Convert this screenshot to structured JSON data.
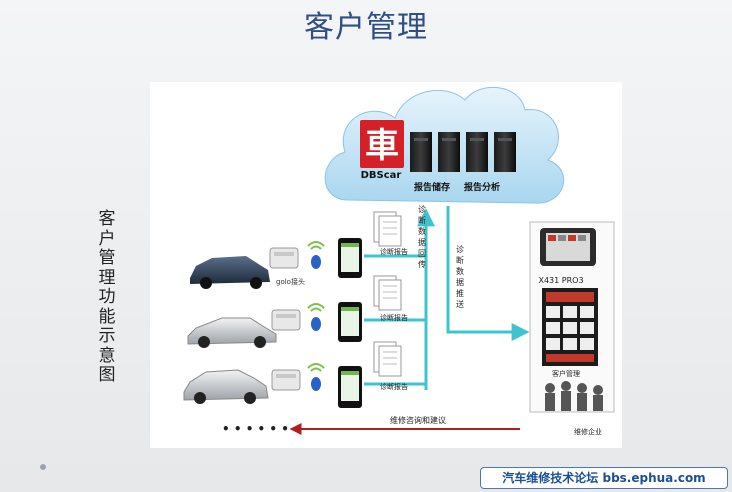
{
  "title": "客户管理",
  "side_label": [
    "客",
    "户",
    "管",
    "理",
    "功",
    "能",
    "示",
    "意",
    "图"
  ],
  "cloud": {
    "logo_char": "車",
    "logo_brand": "DBScar",
    "server_label_store": "报告储存",
    "server_label_analysis": "报告分析"
  },
  "obd_label": "golo接头",
  "report_label": "诊断报告",
  "upload_label": [
    "诊",
    "断",
    "数",
    "据",
    "回",
    "传"
  ],
  "push_label": [
    "诊",
    "断",
    "数",
    "据",
    "推",
    "送"
  ],
  "tablet": {
    "model": "X431 PRO3",
    "caption": "客户管理"
  },
  "workshop_label": "维修企业",
  "advice_label": "维修咨询和建议",
  "ellipsis": "• • •   • • •",
  "watermark": "汽车维修技术论坛 bbs.ephua.com",
  "colors": {
    "title": "#2e4f86",
    "flow_line": "#3ec3cf",
    "return_line": "#b21d1d",
    "logo_red": "#d42127",
    "bluetooth": "#2a62c9"
  }
}
